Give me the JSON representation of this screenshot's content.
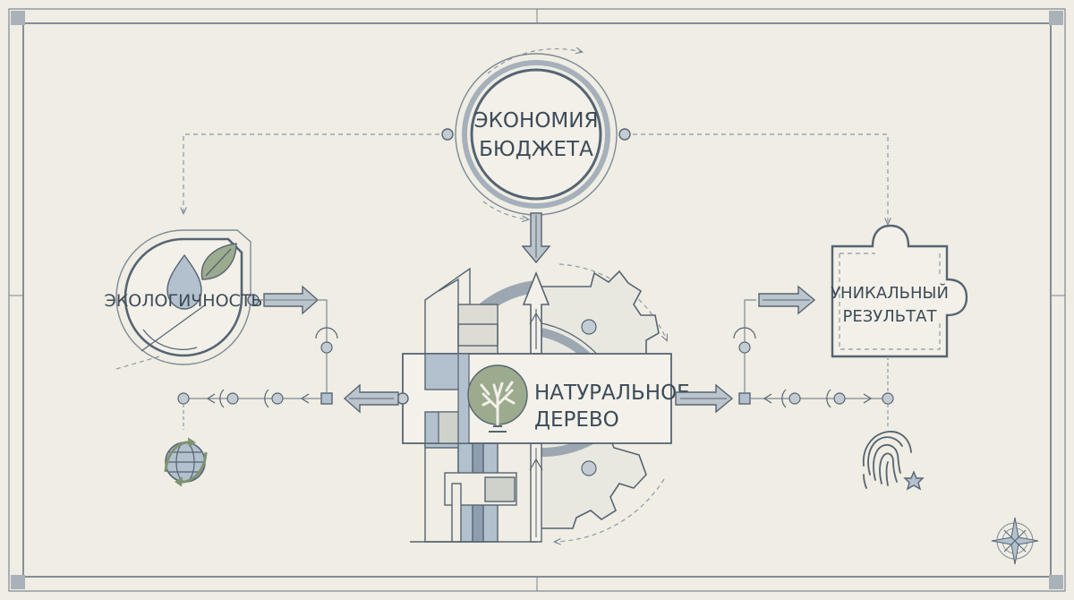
{
  "nodes": {
    "budget": {
      "line1": "ЭКОНОМИЯ",
      "line2": "БЮДЖЕТА"
    },
    "eco": {
      "label": "ЭКОЛОГИЧНОСТЬ"
    },
    "wood": {
      "line1": "НАТУРАЛЬНОЕ",
      "line2": "ДЕРЕВО"
    },
    "unique": {
      "line1": "УНИКАЛЬНЫЙ",
      "line2": "РЕЗУЛЬТАТ"
    }
  },
  "icons": {
    "center": "tree-icon",
    "eco": "water-drop-leaf-icon",
    "eco_sub": "globe-recycle-icon",
    "unique": "puzzle-piece-icon",
    "unique_sub": "fingerprint-star-icon",
    "corner": "compass-rose-icon"
  },
  "colors": {
    "background": "#efede4",
    "line": "#566472",
    "line_light": "#8e9aa5",
    "blue_fill": "#b3c0cd",
    "gray_fill": "#cfd1cb",
    "green_fill": "#9caa8e",
    "text": "#3d4b58"
  }
}
